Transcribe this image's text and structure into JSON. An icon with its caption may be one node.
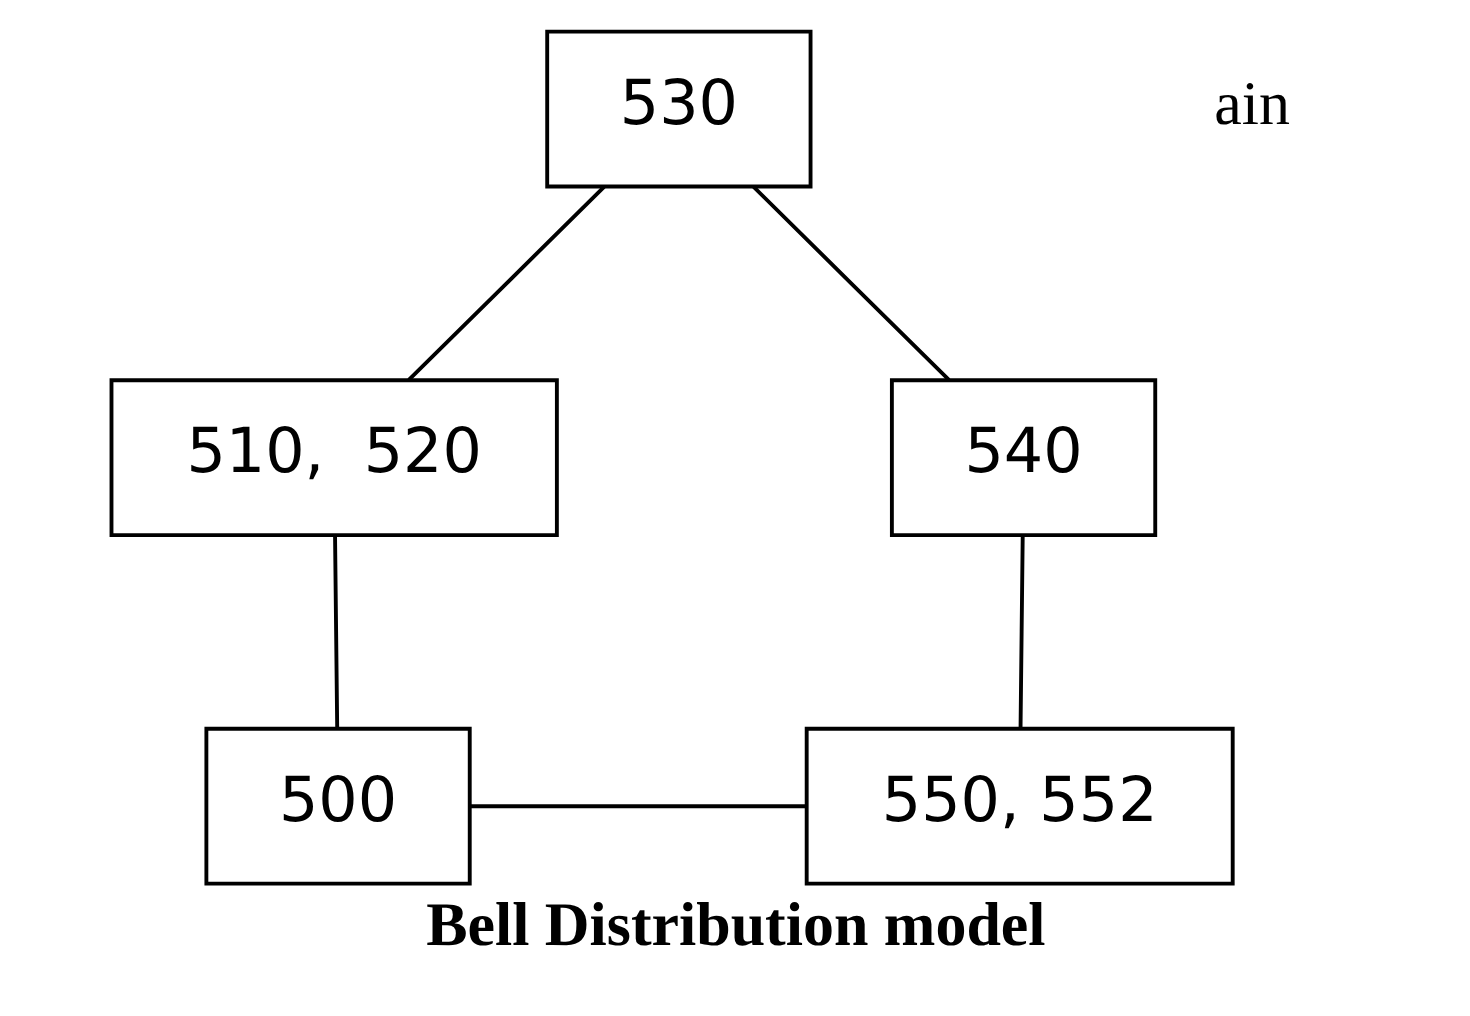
{
  "diagram": {
    "caption": "Bell Distribution model",
    "nodes": [
      {
        "text": [
          "530"
        ]
      },
      {
        "text": [
          "510,  520"
        ]
      },
      {
        "text": [
          "540"
        ]
      },
      {
        "text": [
          "500"
        ]
      },
      {
        "text": [
          "550, 552"
        ]
      }
    ],
    "edges": [
      {
        "from": 3,
        "to": 1,
        "arrow": "none"
      },
      {
        "from": 1,
        "to": 0,
        "arrow": "none"
      },
      {
        "from": 0,
        "to": 2,
        "arrow": "none"
      },
      {
        "from": 2,
        "to": 4,
        "arrow": "none"
      },
      {
        "from": 3,
        "to": 4,
        "arrow": "none"
      }
    ],
    "labels": [
      "ain"
    ]
  }
}
